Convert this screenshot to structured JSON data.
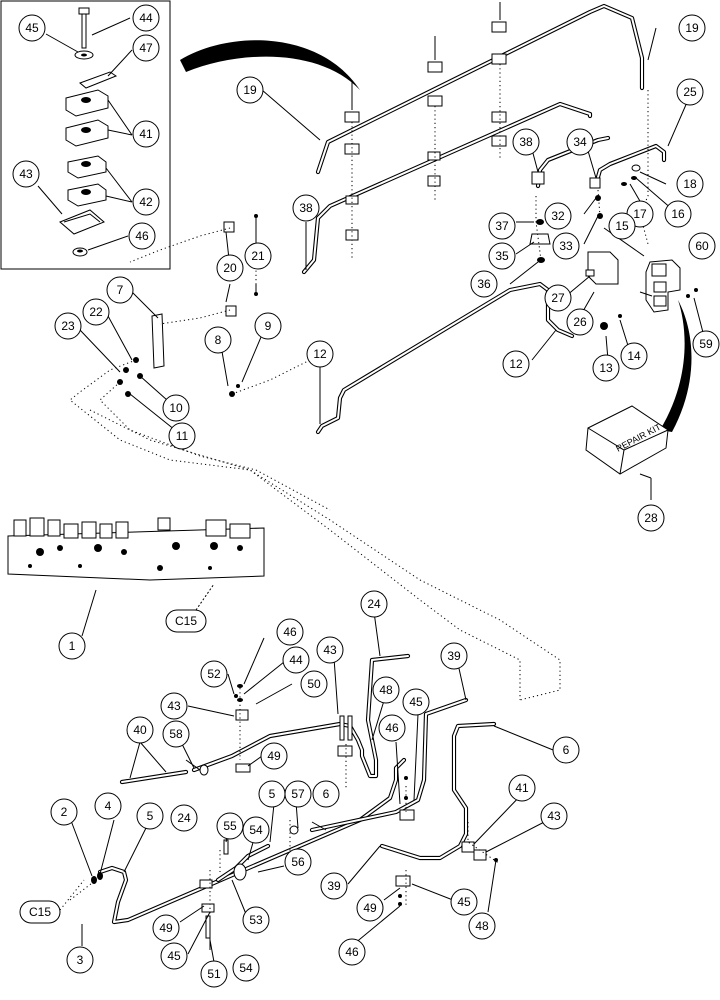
{
  "diagram": {
    "repair_kit_label": "REPAIR KIT",
    "connector_refs": [
      "C15",
      "C15"
    ],
    "callouts": [
      {
        "id": "c45a",
        "n": "45"
      },
      {
        "id": "c44a",
        "n": "44"
      },
      {
        "id": "c47",
        "n": "47"
      },
      {
        "id": "c41a",
        "n": "41"
      },
      {
        "id": "c43a",
        "n": "43"
      },
      {
        "id": "c42",
        "n": "42"
      },
      {
        "id": "c46a",
        "n": "46"
      },
      {
        "id": "c19a",
        "n": "19"
      },
      {
        "id": "c19b",
        "n": "19"
      },
      {
        "id": "c25",
        "n": "25"
      },
      {
        "id": "c38a",
        "n": "38"
      },
      {
        "id": "c34",
        "n": "34"
      },
      {
        "id": "c18",
        "n": "18"
      },
      {
        "id": "c17",
        "n": "17"
      },
      {
        "id": "c16",
        "n": "16"
      },
      {
        "id": "c37",
        "n": "37"
      },
      {
        "id": "c32",
        "n": "32"
      },
      {
        "id": "c15",
        "n": "15"
      },
      {
        "id": "c60",
        "n": "60"
      },
      {
        "id": "c35",
        "n": "35"
      },
      {
        "id": "c33",
        "n": "33"
      },
      {
        "id": "c36",
        "n": "36"
      },
      {
        "id": "c27",
        "n": "27"
      },
      {
        "id": "c26",
        "n": "26"
      },
      {
        "id": "c59",
        "n": "59"
      },
      {
        "id": "c38b",
        "n": "38"
      },
      {
        "id": "c21",
        "n": "21"
      },
      {
        "id": "c20",
        "n": "20"
      },
      {
        "id": "c7",
        "n": "7"
      },
      {
        "id": "c22",
        "n": "22"
      },
      {
        "id": "c23",
        "n": "23"
      },
      {
        "id": "c8",
        "n": "8"
      },
      {
        "id": "c9",
        "n": "9"
      },
      {
        "id": "c12a",
        "n": "12"
      },
      {
        "id": "c12b",
        "n": "12"
      },
      {
        "id": "c13",
        "n": "13"
      },
      {
        "id": "c14",
        "n": "14"
      },
      {
        "id": "c10",
        "n": "10"
      },
      {
        "id": "c11",
        "n": "11"
      },
      {
        "id": "c28",
        "n": "28"
      },
      {
        "id": "c1",
        "n": "1"
      },
      {
        "id": "c46b",
        "n": "46"
      },
      {
        "id": "c44b",
        "n": "44"
      },
      {
        "id": "c52",
        "n": "52"
      },
      {
        "id": "c50",
        "n": "50"
      },
      {
        "id": "c43b",
        "n": "43"
      },
      {
        "id": "c24a",
        "n": "24"
      },
      {
        "id": "c43c",
        "n": "43"
      },
      {
        "id": "c39a",
        "n": "39"
      },
      {
        "id": "c48a",
        "n": "48"
      },
      {
        "id": "c45b",
        "n": "45"
      },
      {
        "id": "c40",
        "n": "40"
      },
      {
        "id": "c58",
        "n": "58"
      },
      {
        "id": "c49a",
        "n": "49"
      },
      {
        "id": "c46c",
        "n": "46"
      },
      {
        "id": "c6a",
        "n": "6"
      },
      {
        "id": "c24b",
        "n": "24"
      },
      {
        "id": "c5a",
        "n": "5"
      },
      {
        "id": "c57",
        "n": "57"
      },
      {
        "id": "c6b",
        "n": "6"
      },
      {
        "id": "c41b",
        "n": "41"
      },
      {
        "id": "c43d",
        "n": "43"
      },
      {
        "id": "c55",
        "n": "55"
      },
      {
        "id": "c54a",
        "n": "54"
      },
      {
        "id": "c2",
        "n": "2"
      },
      {
        "id": "c4",
        "n": "4"
      },
      {
        "id": "c5b",
        "n": "5"
      },
      {
        "id": "c56",
        "n": "56"
      },
      {
        "id": "c39b",
        "n": "39"
      },
      {
        "id": "c49b",
        "n": "49"
      },
      {
        "id": "c45c",
        "n": "45"
      },
      {
        "id": "c48b",
        "n": "48"
      },
      {
        "id": "c49c",
        "n": "49"
      },
      {
        "id": "c45d",
        "n": "45"
      },
      {
        "id": "c53",
        "n": "53"
      },
      {
        "id": "c46d",
        "n": "46"
      },
      {
        "id": "c3",
        "n": "3"
      },
      {
        "id": "c51",
        "n": "51"
      },
      {
        "id": "c54b",
        "n": "54"
      }
    ]
  }
}
